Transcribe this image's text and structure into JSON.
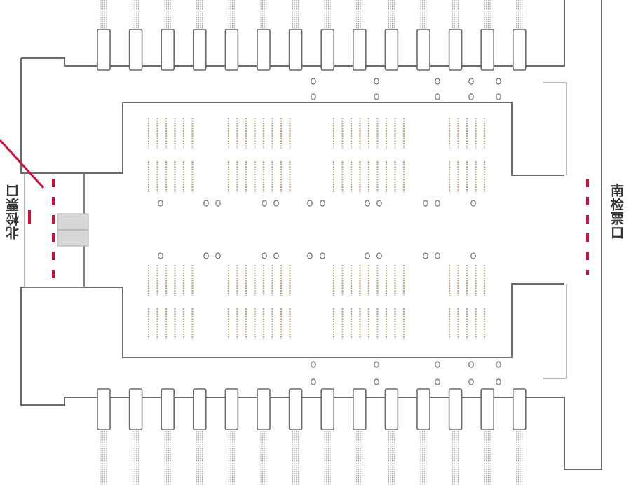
{
  "labels": {
    "north_exit": "北检票口",
    "south_exit": "南检票口"
  },
  "colors": {
    "wall": "#6b6b6b",
    "seat": "#b6a886",
    "exit_marker": "#d0103a",
    "pointer_line": "#d0103a",
    "stair": "#d7d7d7"
  },
  "gates": {
    "top_count": 14,
    "bottom_count": 14
  },
  "seat_blocks": {
    "rows_per_block": 2,
    "line_counts": [
      6,
      8,
      9,
      5
    ]
  },
  "pillar_groups": {
    "top": [
      1,
      1,
      1,
      1,
      1
    ],
    "middle": [
      1,
      2,
      2,
      2,
      2,
      2,
      1
    ]
  }
}
